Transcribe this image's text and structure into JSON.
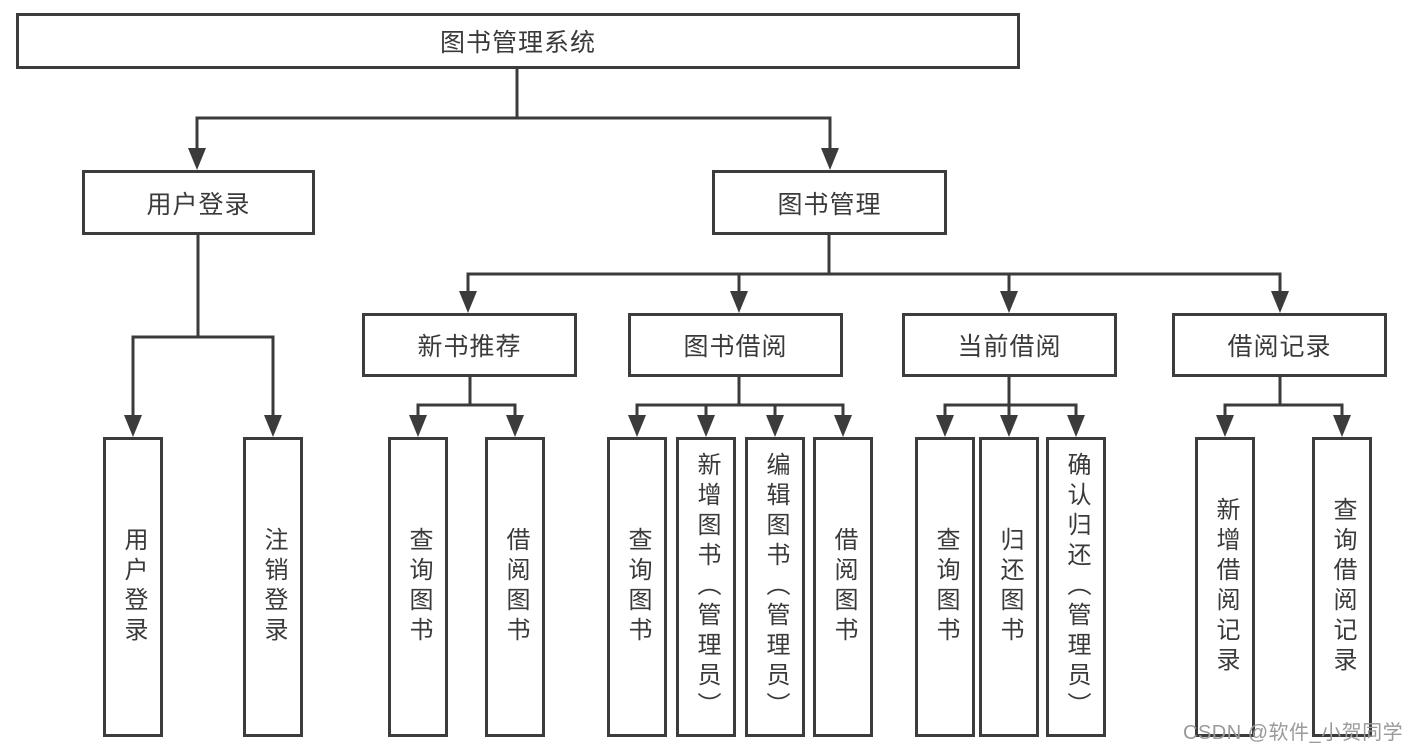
{
  "diagram": {
    "root": {
      "label": "图书管理系统"
    },
    "level2": [
      {
        "id": "user-login",
        "label": "用户登录"
      },
      {
        "id": "book-management",
        "label": "图书管理"
      }
    ],
    "level3": [
      {
        "id": "new-book-recommend",
        "label": "新书推荐"
      },
      {
        "id": "book-borrow",
        "label": "图书借阅"
      },
      {
        "id": "current-borrow",
        "label": "当前借阅"
      },
      {
        "id": "borrow-records",
        "label": "借阅记录"
      }
    ],
    "leaves": {
      "login": [
        "用户登录",
        "注销登录"
      ],
      "recommend": [
        "查询图书",
        "借阅图书"
      ],
      "borrow": [
        "查询图书",
        "新增图书（管理员）",
        "编辑图书（管理员）",
        "借阅图书"
      ],
      "current": [
        "查询图书",
        "归还图书",
        "确认归还（管理员）"
      ],
      "records": [
        "新增借阅记录",
        "查询借阅记录"
      ]
    }
  },
  "watermark": "CSDN @软件_小贺同学",
  "colors": {
    "line": "#3b3b3b",
    "text": "#3a3a3a",
    "background": "#ffffff",
    "watermark": "#9a9a9a"
  }
}
